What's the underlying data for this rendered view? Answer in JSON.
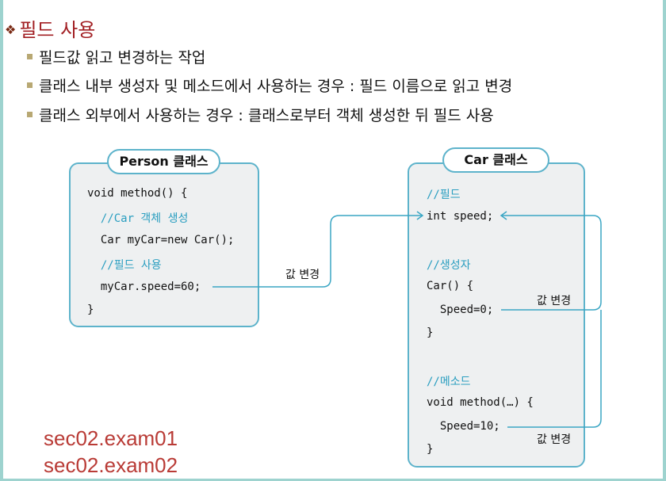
{
  "title": {
    "marker": "❖",
    "text": "필드 사용"
  },
  "bullets": [
    "필드값 읽고 변경하는 작업",
    "클래스 내부 생성자 및 메소드에서 사용하는 경우 : 필드 이름으로 읽고 변경",
    "클래스 외부에서 사용하는 경우 : 클래스로부터 객체 생성한 뒤 필드 사용"
  ],
  "person_box": {
    "header": "Person 클래스",
    "lines": [
      "void method() {",
      "  //Car 객체 생성",
      "  Car myCar=new Car();",
      "  //필드 사용",
      "  myCar.speed=60;",
      "}"
    ]
  },
  "car_box": {
    "header": "Car 클래스",
    "lines": [
      "//필드",
      "int speed;",
      "",
      "//생성자",
      "Car() {",
      "  Speed=0;",
      "}",
      "",
      "//메소드",
      "void method(…) {",
      "  Speed=10;",
      "}"
    ]
  },
  "arrow_labels": [
    "값 변경",
    "값 변경",
    "값 변경"
  ],
  "examples": [
    "sec02.exam01",
    "sec02.exam02"
  ],
  "colors": {
    "title": "#a21f23",
    "accent": "#5db3cb",
    "comment": "#2a9ec0",
    "example": "#b93b36"
  }
}
